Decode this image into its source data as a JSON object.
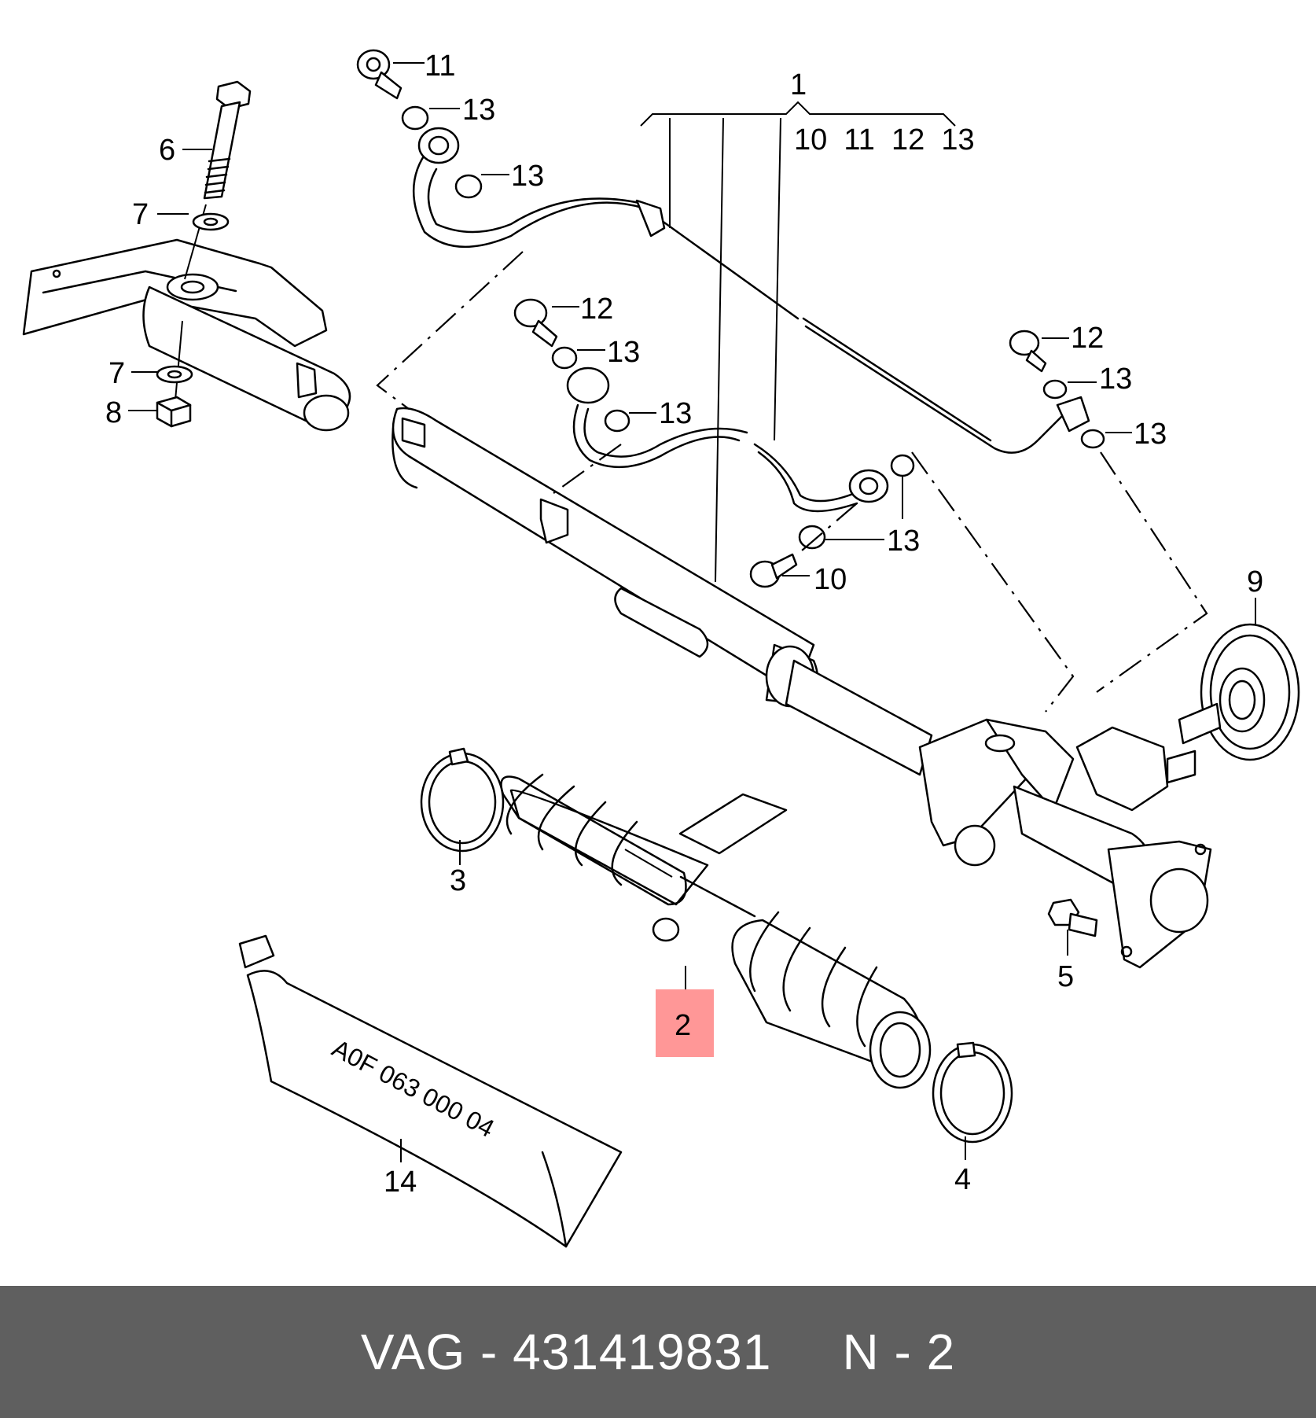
{
  "callouts": {
    "c1": "1",
    "c1_sub": "10  11  12  13",
    "c2": "2",
    "c3": "3",
    "c4": "4",
    "c5": "5",
    "c6": "6",
    "c7a": "7",
    "c7b": "7",
    "c8": "8",
    "c9": "9",
    "c10": "10",
    "c11": "11",
    "c12a": "12",
    "c12b": "12",
    "c13a": "13",
    "c13b": "13",
    "c13c": "13",
    "c13d": "13",
    "c13e": "13",
    "c13f": "13",
    "c13g": "13",
    "c14": "14"
  },
  "tube_text": "A0F 063 000 04",
  "highlight": {
    "label": "2",
    "color": "#ff8c8c"
  },
  "footer": {
    "brand": "VAG",
    "separator": "-",
    "part_number": "431419831",
    "position": "N - 2",
    "background": "#5f5f5f"
  }
}
